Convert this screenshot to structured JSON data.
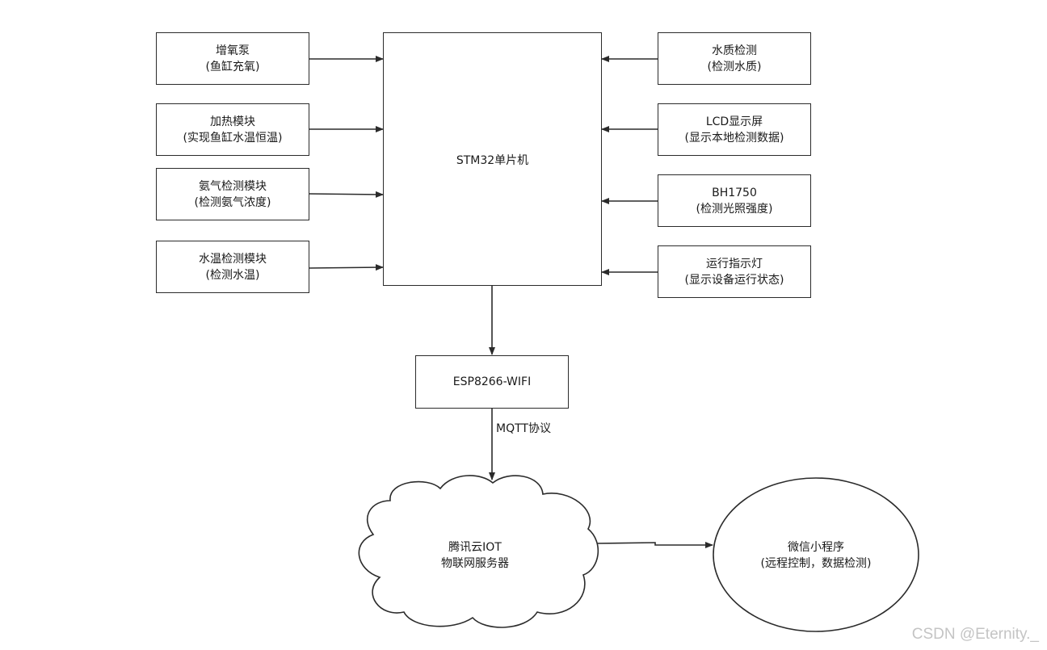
{
  "inputs_left": [
    {
      "line1": "增氧泵",
      "line2": "(鱼缸充氧)"
    },
    {
      "line1": "加热模块",
      "line2": "(实现鱼缸水温恒温)"
    },
    {
      "line1": "氨气检测模块",
      "line2": "(检测氨气浓度)"
    },
    {
      "line1": "水温检测模块",
      "line2": "(检测水温)"
    }
  ],
  "inputs_right": [
    {
      "line1": "水质检测",
      "line2": "(检测水质)"
    },
    {
      "line1": "LCD显示屏",
      "line2": "(显示本地检测数据)"
    },
    {
      "line1": "BH1750",
      "line2": "(检测光照强度)"
    },
    {
      "line1": "运行指示灯",
      "line2": "(显示设备运行状态)"
    }
  ],
  "mcu": {
    "label": "STM32单片机"
  },
  "wifi": {
    "label": "ESP8266-WIFI"
  },
  "protocol": {
    "label": "MQTT协议"
  },
  "cloud": {
    "line1": "腾讯云IOT",
    "line2": "物联网服务器"
  },
  "app": {
    "line1": "微信小程序",
    "line2": "(远程控制，数据检测)"
  },
  "watermark": "CSDN @Eternity._"
}
